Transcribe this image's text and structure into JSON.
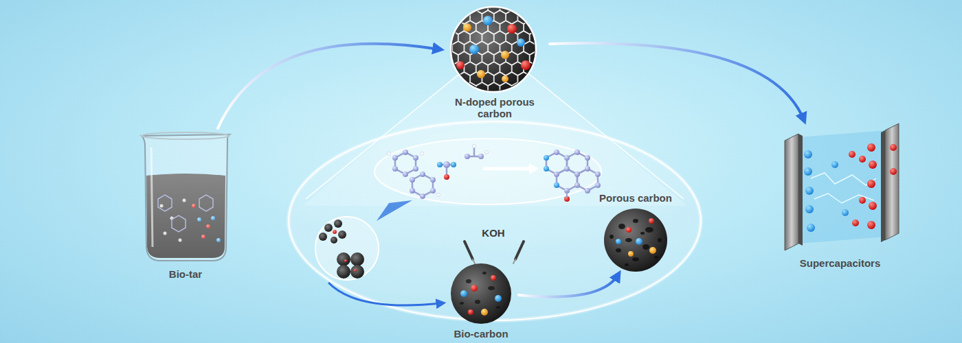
{
  "diagram": {
    "nodes": [
      {
        "text": [
          "Bio-tar"
        ]
      },
      {
        "text": [
          "N-doped porous carbon"
        ]
      },
      {
        "text": [
          "Supercapacitors"
        ]
      },
      {
        "text": [
          "Bio-carbon"
        ]
      },
      {
        "text": [
          "Porous carbon"
        ]
      }
    ],
    "edges": [
      {
        "from": 0,
        "to": 1,
        "arrow": "to"
      },
      {
        "from": 1,
        "to": 2,
        "arrow": "to"
      },
      {
        "from": 3,
        "to": 4,
        "arrow": "to"
      }
    ],
    "labels": [
      "KOH"
    ]
  }
}
